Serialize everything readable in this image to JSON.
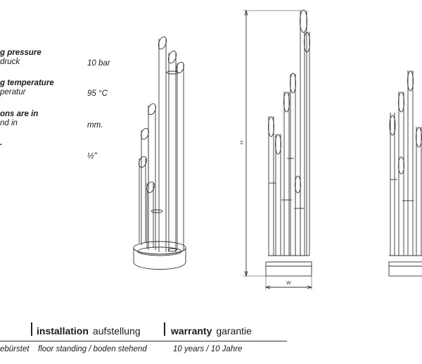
{
  "specs": [
    {
      "label_en": "g pressure",
      "label_de": "druck",
      "value": "10 bar"
    },
    {
      "label_en": "g temperature",
      "label_de": "peratur",
      "value": "95 °C"
    },
    {
      "label_en": "ons are in",
      "label_de": "nd in",
      "value": "mm."
    },
    {
      "label_en": ".",
      "label_de": "",
      "value": "½\""
    }
  ],
  "dimensions": {
    "height_label": "H",
    "width_label": "W"
  },
  "footer": {
    "material_value": "ebürstet",
    "installation_en": "installation",
    "installation_de": "aufstellung",
    "installation_value": "floor standing / boden stehend",
    "warranty_en": "warranty",
    "warranty_de": "garantie",
    "warranty_value": "10 years / 10 Jahre"
  }
}
